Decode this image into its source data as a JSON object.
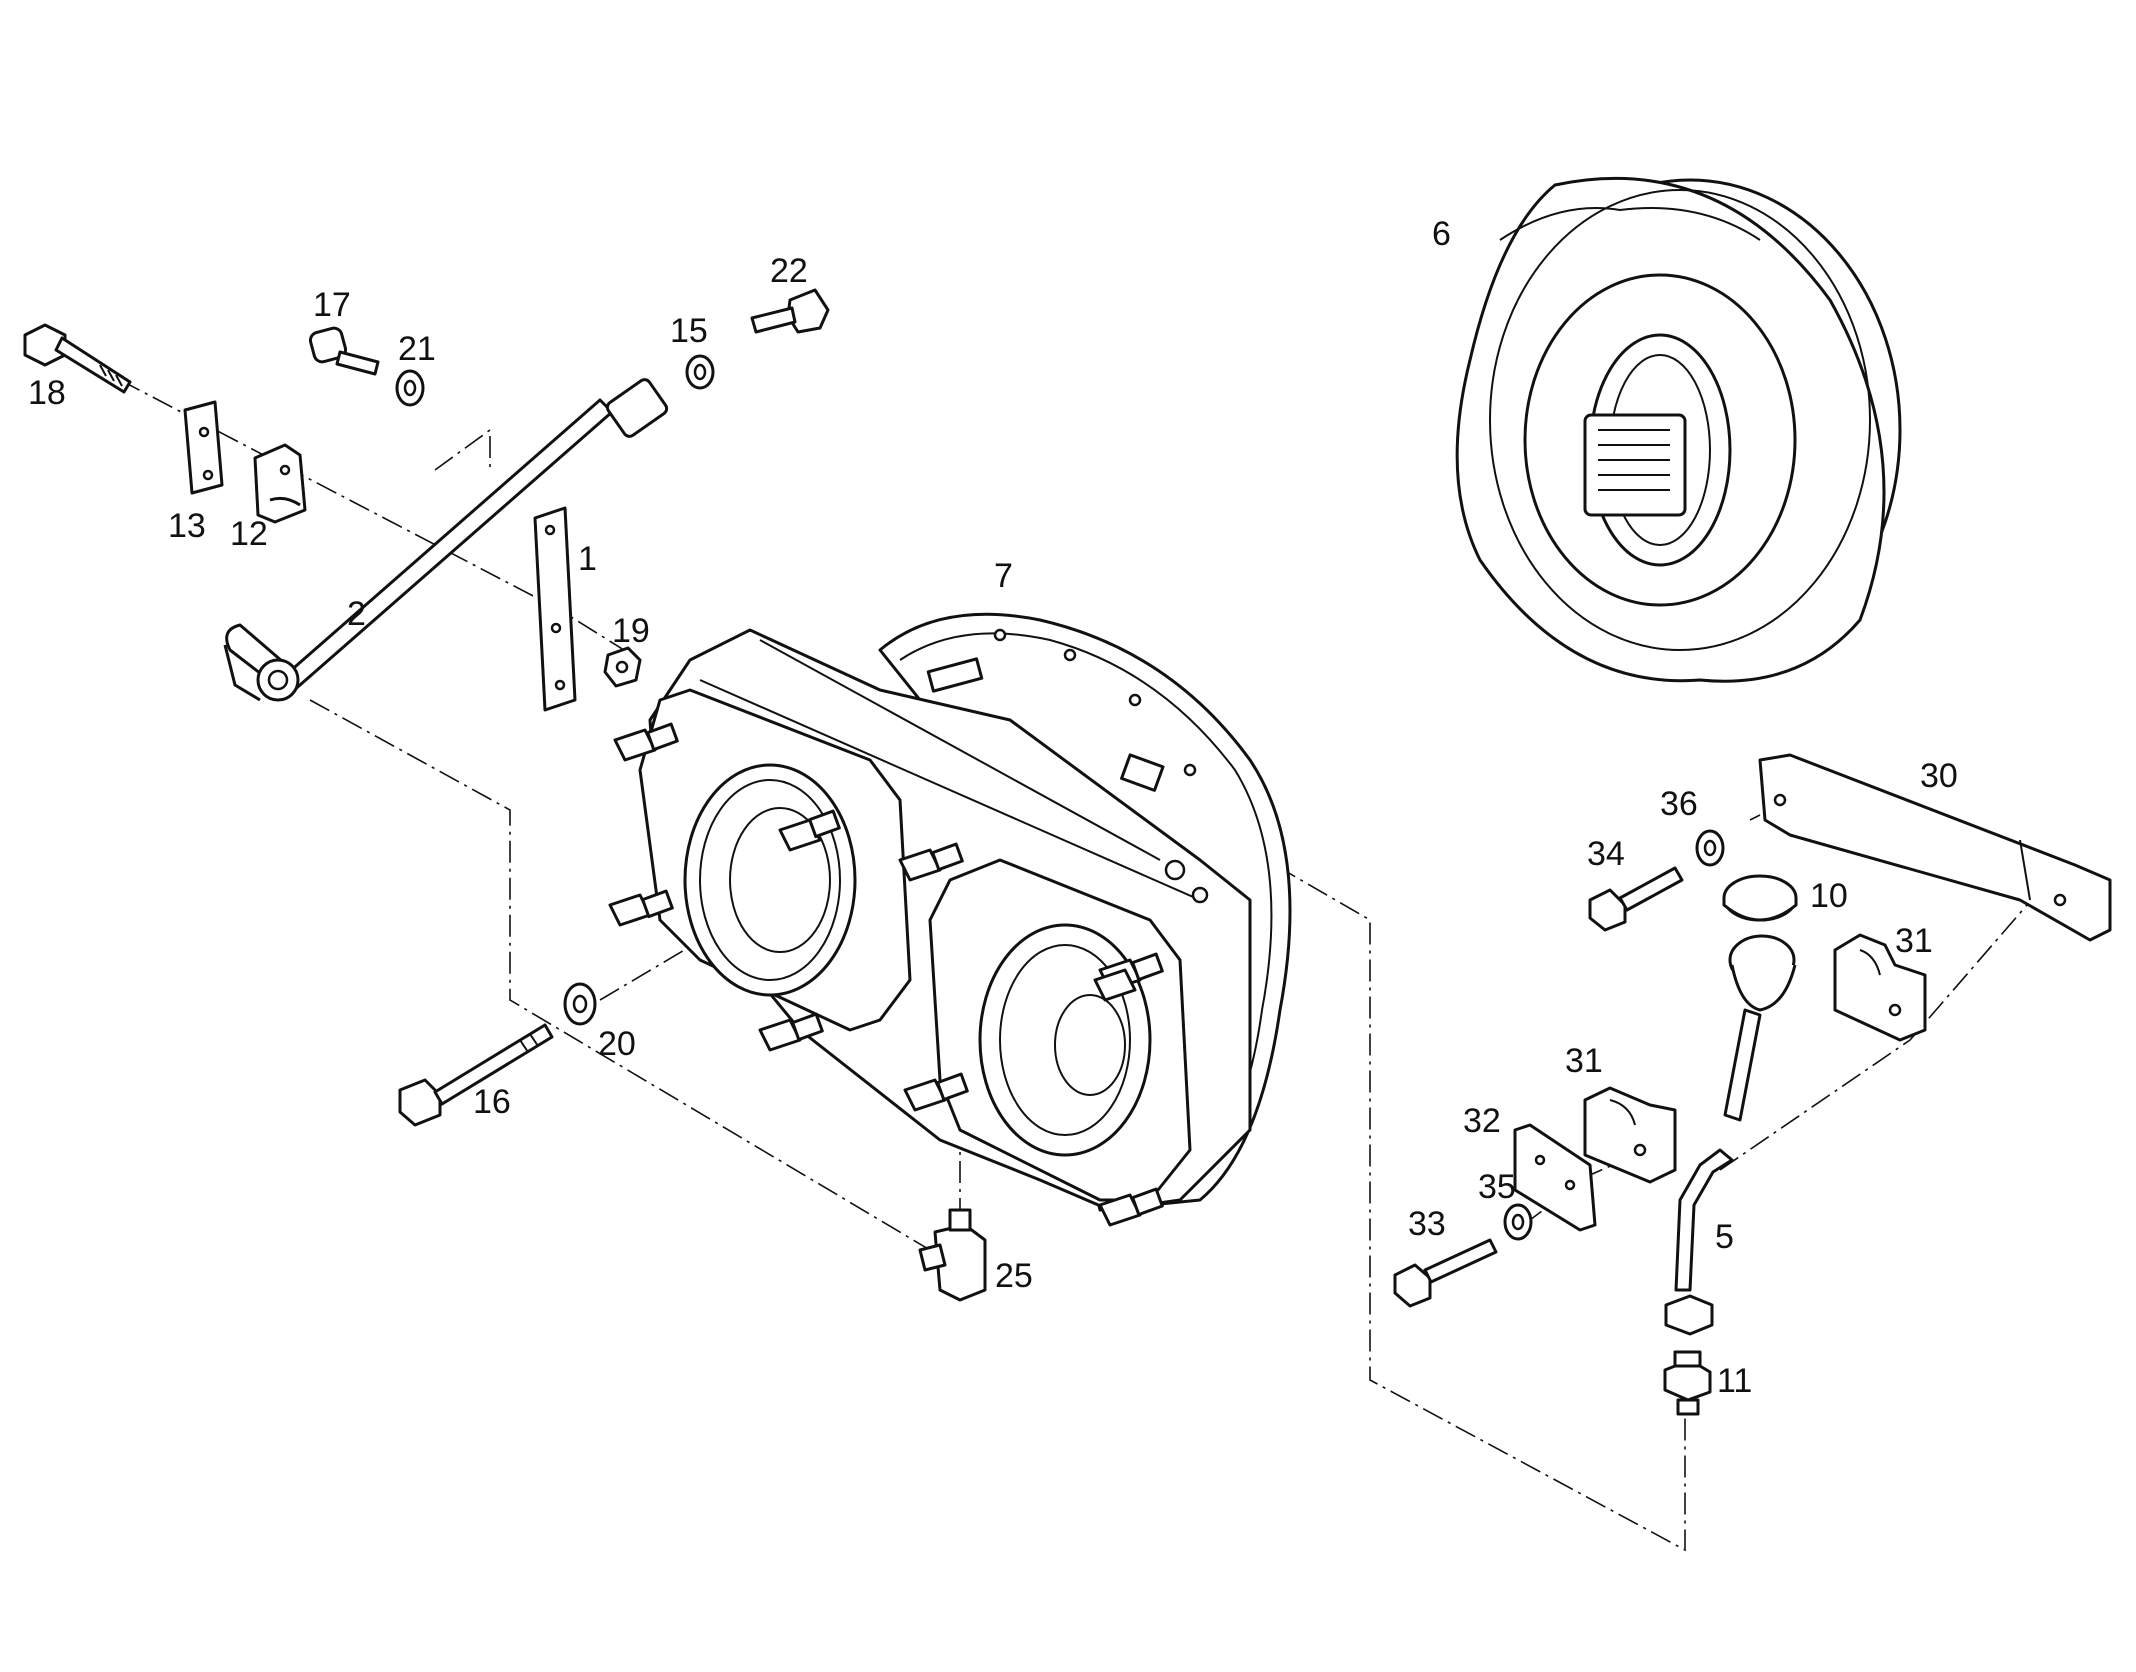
{
  "diagram": {
    "part_numbers": [
      {
        "id": "p1",
        "text": "1"
      },
      {
        "id": "p2",
        "text": "2"
      },
      {
        "id": "p5",
        "text": "5"
      },
      {
        "id": "p6",
        "text": "6"
      },
      {
        "id": "p7",
        "text": "7"
      },
      {
        "id": "p10",
        "text": "10"
      },
      {
        "id": "p11",
        "text": "11"
      },
      {
        "id": "p12",
        "text": "12"
      },
      {
        "id": "p13",
        "text": "13"
      },
      {
        "id": "p15",
        "text": "15"
      },
      {
        "id": "p16",
        "text": "16"
      },
      {
        "id": "p17",
        "text": "17"
      },
      {
        "id": "p18",
        "text": "18"
      },
      {
        "id": "p19",
        "text": "19"
      },
      {
        "id": "p20",
        "text": "20"
      },
      {
        "id": "p21",
        "text": "21"
      },
      {
        "id": "p22",
        "text": "22"
      },
      {
        "id": "p25",
        "text": "25"
      },
      {
        "id": "p30",
        "text": "30"
      },
      {
        "id": "p31a",
        "text": "31"
      },
      {
        "id": "p31b",
        "text": "31"
      },
      {
        "id": "p32",
        "text": "32"
      },
      {
        "id": "p33",
        "text": "33"
      },
      {
        "id": "p34",
        "text": "34"
      },
      {
        "id": "p35",
        "text": "35"
      },
      {
        "id": "p36",
        "text": "36"
      }
    ]
  }
}
